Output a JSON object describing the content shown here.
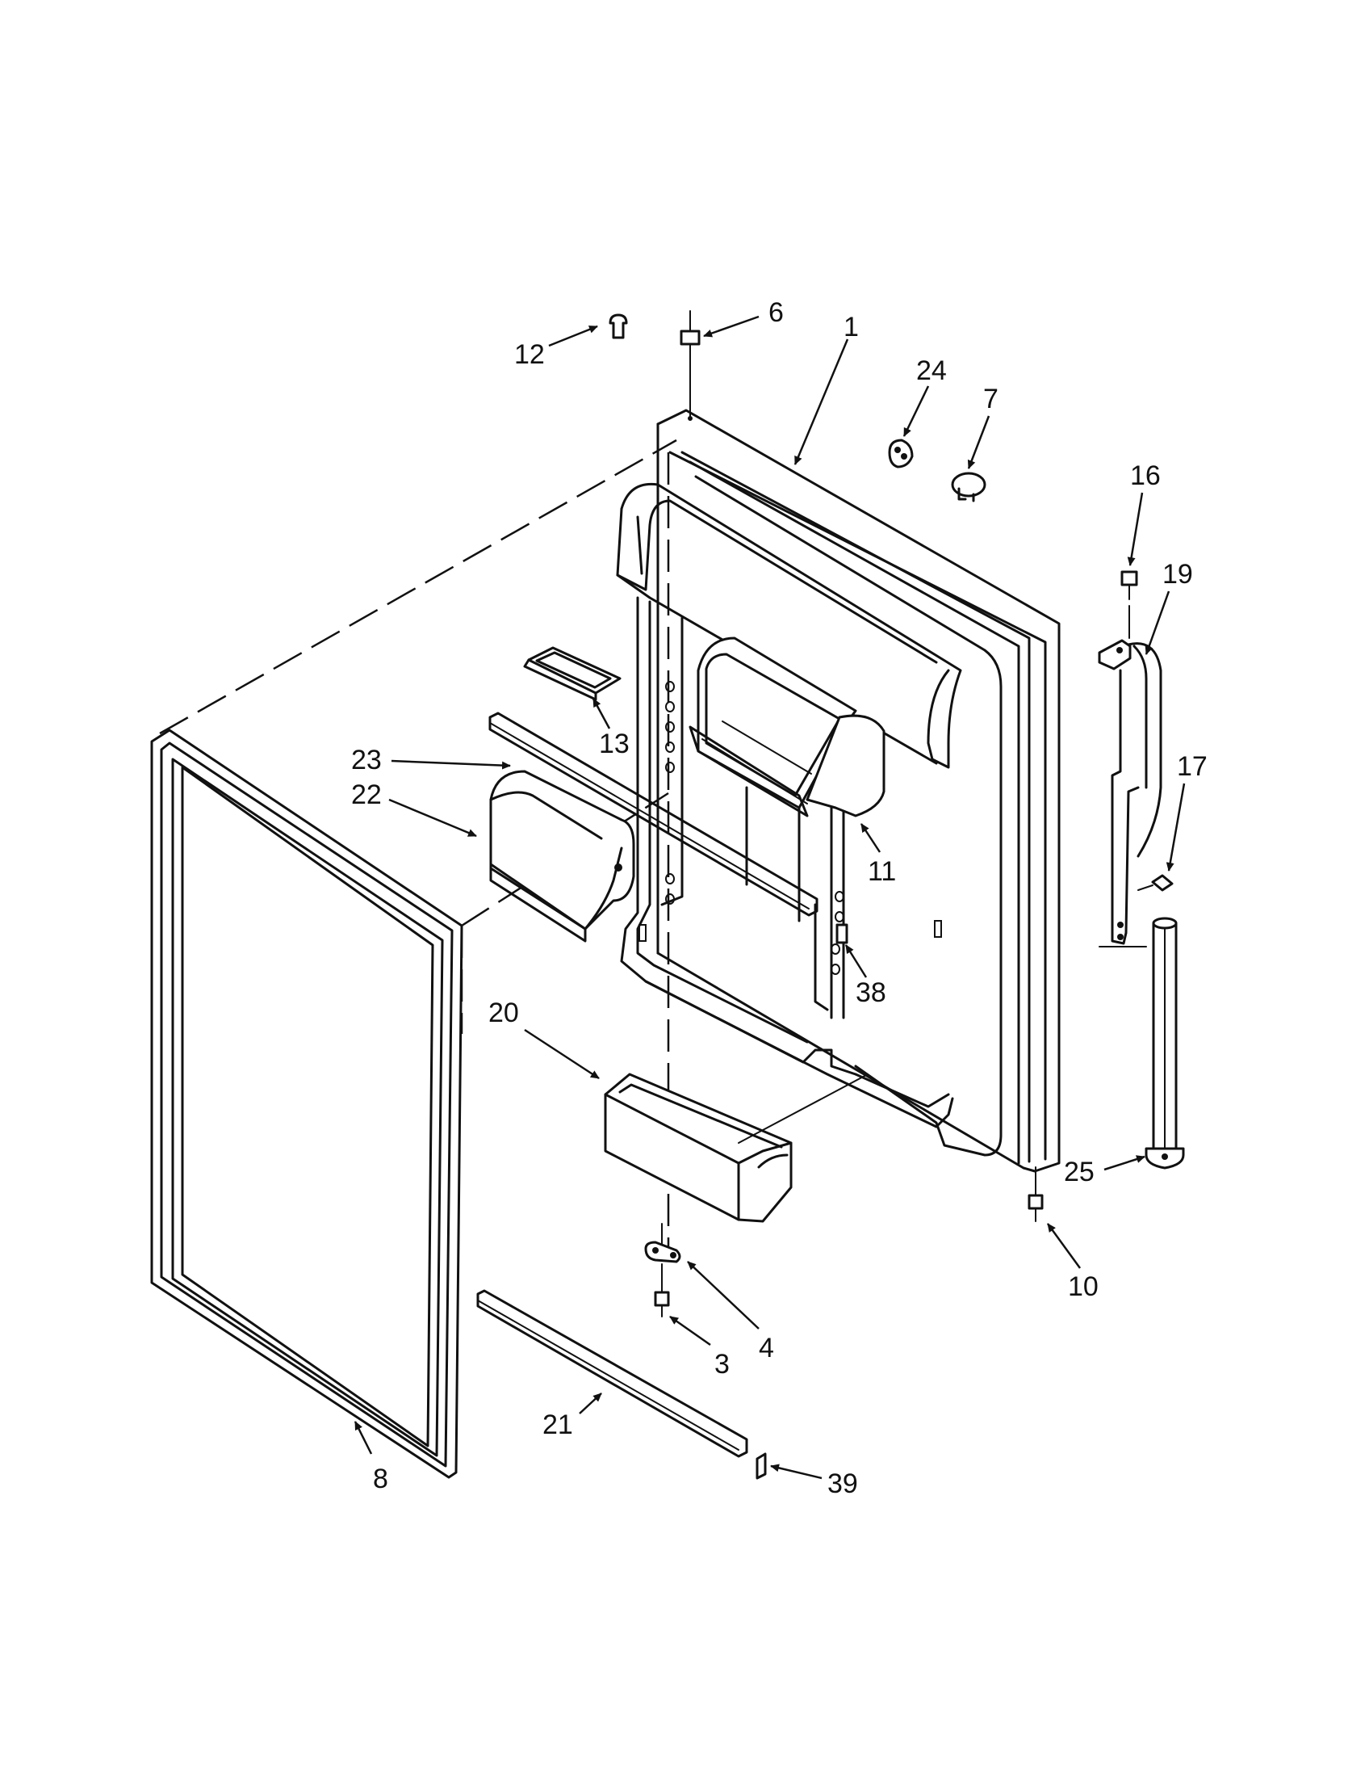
{
  "callouts": {
    "c1": "1",
    "c3": "3",
    "c4": "4",
    "c6": "6",
    "c7": "7",
    "c8": "8",
    "c10": "10",
    "c11": "11",
    "c12": "12",
    "c13": "13",
    "c16": "16",
    "c17": "17",
    "c19": "19",
    "c20": "20",
    "c21": "21",
    "c22": "22",
    "c23": "23",
    "c24": "24",
    "c25": "25",
    "c38": "38",
    "c39": "39"
  }
}
